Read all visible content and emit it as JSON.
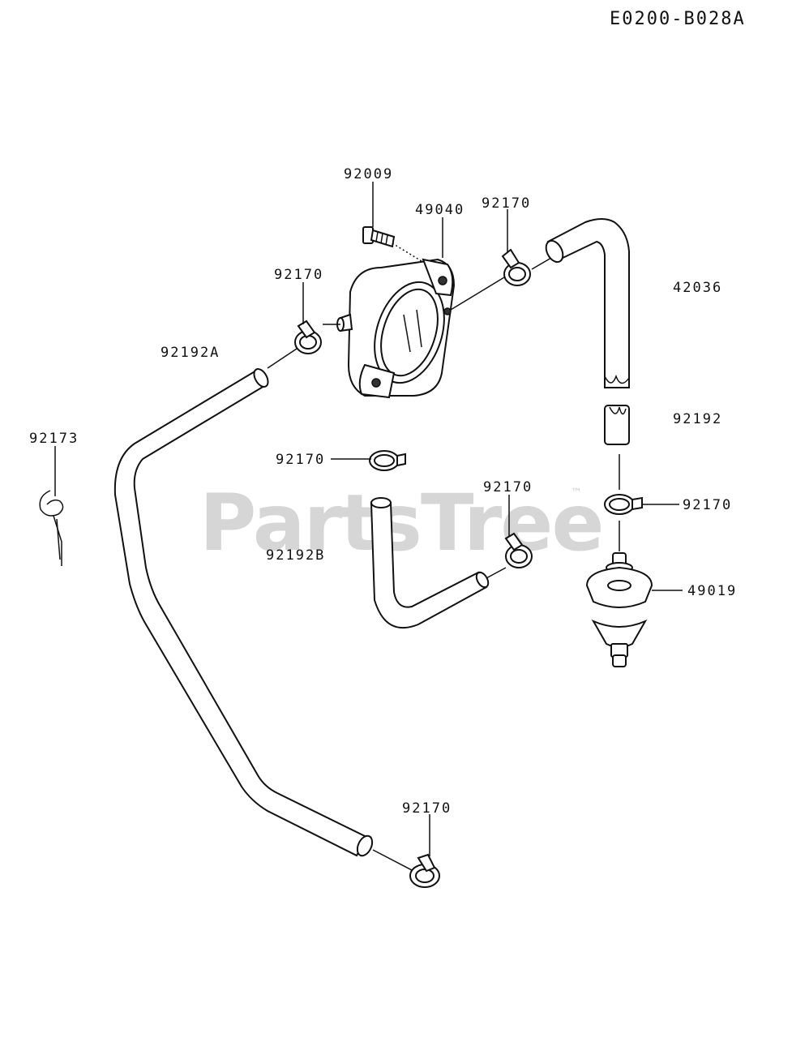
{
  "diagram_code": "E0200-B028A",
  "watermark": "PartsTree",
  "trademark": "™",
  "labels": {
    "bolt": "92009",
    "fuel_pump": "49040",
    "clamp_pump_out": "92170",
    "hose_top": "42036",
    "clamp_pump_in": "92170",
    "hose_a": "92192A",
    "hose_joint": "92192",
    "clip": "92173",
    "clamp_loose": "92170",
    "clamp_hose_b": "92170",
    "clamp_filter": "92170",
    "hose_b": "92192B",
    "fuel_filter": "49019",
    "clamp_bottom": "92170"
  }
}
